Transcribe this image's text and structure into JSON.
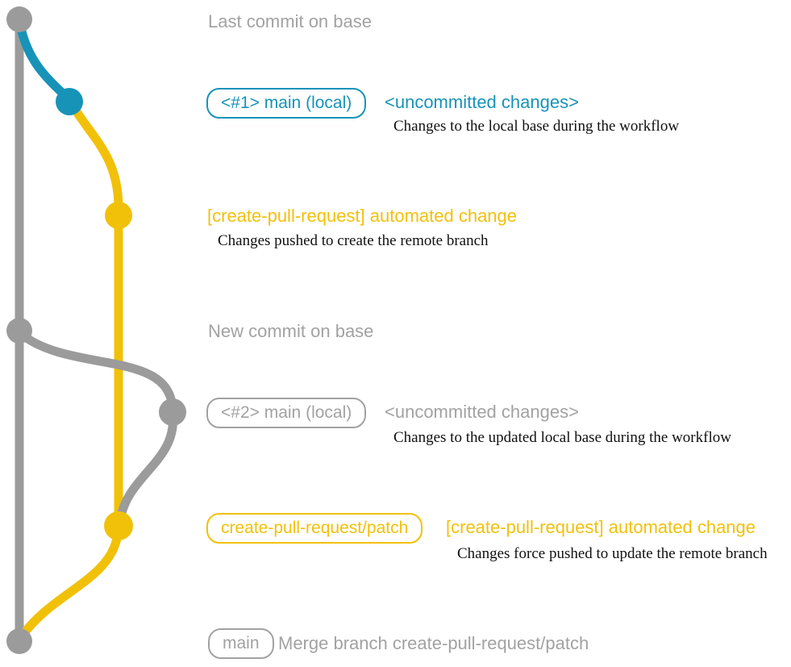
{
  "colors": {
    "gray_line": "#9b9b9b",
    "gray_text": "#a2a2a2",
    "blue": "#1793b8",
    "yellow": "#f1c109",
    "ink": "#111111",
    "background": "#ffffff"
  },
  "graph": {
    "branches": [
      {
        "name": "base",
        "color_key": "gray_line"
      },
      {
        "name": "main (local)",
        "color_key": "blue"
      },
      {
        "name": "create-pull-request/patch",
        "color_key": "yellow"
      }
    ],
    "commits": [
      {
        "order": 1,
        "branch": "base",
        "color_key": "gray_line",
        "note": "Last commit on base"
      },
      {
        "order": 2,
        "branch": "main (local)",
        "color_key": "blue",
        "tag": "<#1> main (local)",
        "message": "<uncommitted changes>"
      },
      {
        "order": 3,
        "branch": "create-pull-request/patch",
        "color_key": "yellow",
        "message": "[create-pull-request] automated change"
      },
      {
        "order": 4,
        "branch": "base",
        "color_key": "gray_line",
        "note": "New commit on base"
      },
      {
        "order": 5,
        "branch": "main (local)",
        "color_key": "gray_line",
        "tag": "<#2> main (local)",
        "message": "<uncommitted changes>"
      },
      {
        "order": 6,
        "branch": "create-pull-request/patch",
        "color_key": "yellow",
        "tag": "create-pull-request/patch",
        "message": "[create-pull-request] automated change"
      },
      {
        "order": 7,
        "branch": "base",
        "color_key": "gray_line",
        "tag": "main",
        "message": "Merge branch create-pull-request/patch"
      }
    ]
  },
  "annotations": {
    "last_commit_label": "Last commit on base",
    "new_commit_label": "New commit on base",
    "row1": {
      "tag": "<#1> main (local)",
      "headline": "<uncommitted changes>",
      "description": "Changes to the local base during the workflow"
    },
    "row2": {
      "headline": "[create-pull-request] automated change",
      "description": "Changes pushed to create the remote branch"
    },
    "row3": {
      "tag": "<#2> main (local)",
      "headline": "<uncommitted changes>",
      "description": "Changes to the updated local base during the workflow"
    },
    "row4": {
      "tag": "create-pull-request/patch",
      "headline": "[create-pull-request] automated change",
      "description": "Changes force pushed to update the remote branch"
    },
    "row5": {
      "tag": "main",
      "headline": "Merge branch create-pull-request/patch"
    }
  }
}
